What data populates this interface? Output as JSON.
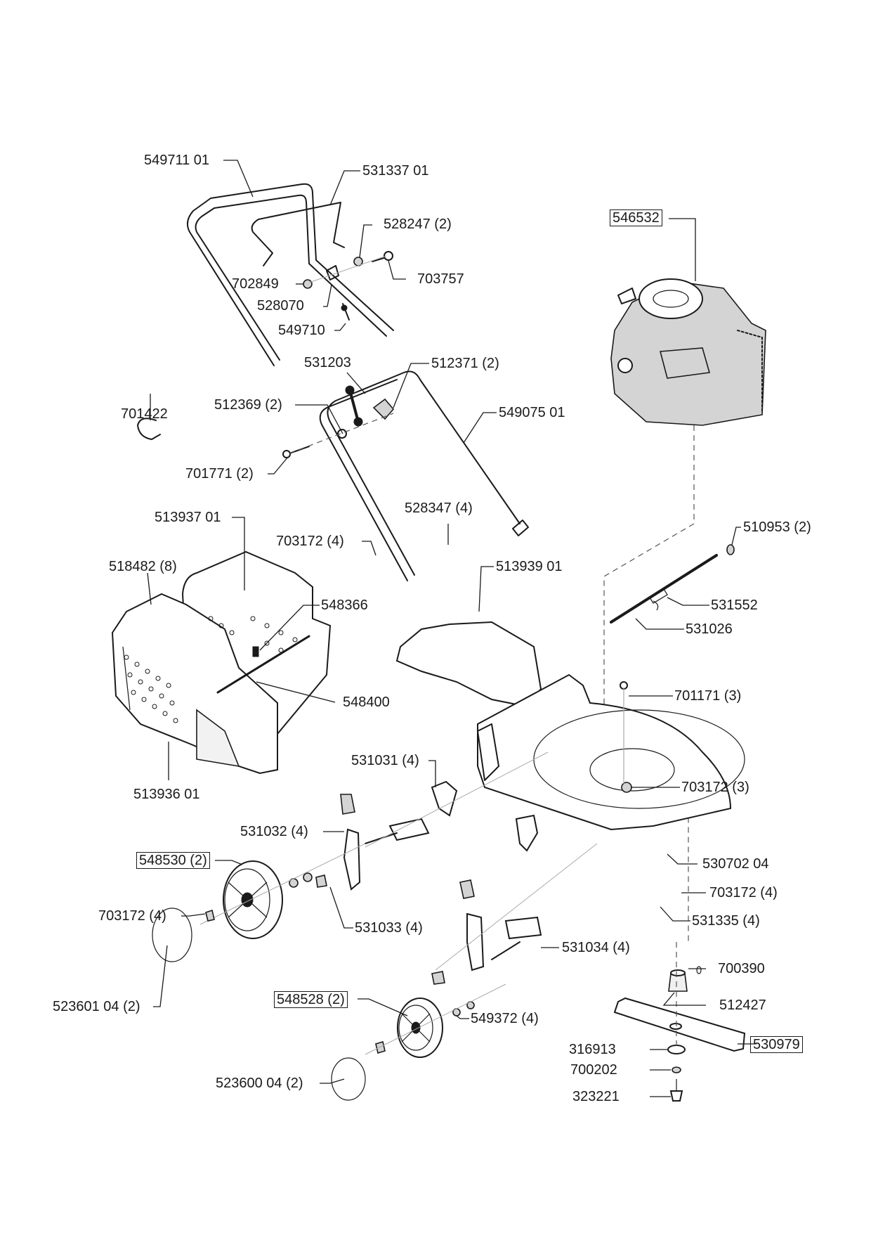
{
  "diagram": {
    "title": "Lawn mower exploded parts diagram",
    "labels": [
      {
        "id": "upper-handle",
        "text": "549711 01",
        "boxed": false
      },
      {
        "id": "control-bar",
        "text": "531337 01",
        "boxed": false
      },
      {
        "id": "washer-528247",
        "text": "528247 (2)",
        "boxed": false
      },
      {
        "id": "screw-703757",
        "text": "703757",
        "boxed": false
      },
      {
        "id": "nut-702849",
        "text": "702849",
        "boxed": false
      },
      {
        "id": "bracket-528070",
        "text": "528070",
        "boxed": false
      },
      {
        "id": "cable-549710",
        "text": "549710",
        "boxed": false
      },
      {
        "id": "engine",
        "text": "546532",
        "boxed": true
      },
      {
        "id": "cable-clip-531203",
        "text": "531203",
        "boxed": false
      },
      {
        "id": "knob-512371",
        "text": "512371 (2)",
        "boxed": false
      },
      {
        "id": "washer-512369",
        "text": "512369 (2)",
        "boxed": false
      },
      {
        "id": "lower-handle",
        "text": "549075 01",
        "boxed": false
      },
      {
        "id": "clip-701422",
        "text": "701422",
        "boxed": false
      },
      {
        "id": "bolt-701771",
        "text": "701771 (2)",
        "boxed": false
      },
      {
        "id": "screw-528347",
        "text": "528347 (4)",
        "boxed": false
      },
      {
        "id": "catcher-top",
        "text": "513937 01",
        "boxed": false
      },
      {
        "id": "nut-703172-handle",
        "text": "703172 (4)",
        "boxed": false
      },
      {
        "id": "screw-518482",
        "text": "518482 (8)",
        "boxed": false
      },
      {
        "id": "catcher-handle-548366",
        "text": "548366",
        "boxed": false
      },
      {
        "id": "washer-510953",
        "text": "510953 (2)",
        "boxed": false
      },
      {
        "id": "rear-flap",
        "text": "513939 01",
        "boxed": false
      },
      {
        "id": "spring-531552",
        "text": "531552",
        "boxed": false
      },
      {
        "id": "rod-531026",
        "text": "531026",
        "boxed": false
      },
      {
        "id": "frame-rod-548400",
        "text": "548400",
        "boxed": false
      },
      {
        "id": "bolt-701171",
        "text": "701171 (3)",
        "boxed": false
      },
      {
        "id": "catcher-bottom",
        "text": "513936 01",
        "boxed": false
      },
      {
        "id": "height-plate-531031",
        "text": "531031 (4)",
        "boxed": false
      },
      {
        "id": "nut-703172-deck",
        "text": "703172 (3)",
        "boxed": false
      },
      {
        "id": "lever-531032",
        "text": "531032 (4)",
        "boxed": false
      },
      {
        "id": "rear-wheel",
        "text": "548530 (2)",
        "boxed": true
      },
      {
        "id": "deck",
        "text": "530702 04",
        "boxed": false
      },
      {
        "id": "nut-703172-front",
        "text": "703172 (4)",
        "boxed": false
      },
      {
        "id": "nut-703172-wheel",
        "text": "703172 (4)",
        "boxed": false
      },
      {
        "id": "bolt-531033",
        "text": "531033 (4)",
        "boxed": false
      },
      {
        "id": "washer-531335",
        "text": "531335 (4)",
        "boxed": false
      },
      {
        "id": "axle-bracket-531034",
        "text": "531034 (4)",
        "boxed": false
      },
      {
        "id": "key-700390",
        "text": "700390",
        "boxed": false
      },
      {
        "id": "hubcap-523601",
        "text": "523601 04 (2)",
        "boxed": false
      },
      {
        "id": "front-wheel",
        "text": "548528 (2)",
        "boxed": true
      },
      {
        "id": "adapter-512427",
        "text": "512427",
        "boxed": false
      },
      {
        "id": "washer-549372",
        "text": "549372 (4)",
        "boxed": false
      },
      {
        "id": "washer-316913",
        "text": "316913",
        "boxed": false
      },
      {
        "id": "blade",
        "text": "530979",
        "boxed": true
      },
      {
        "id": "washer-700202",
        "text": "700202",
        "boxed": false
      },
      {
        "id": "hubcap-523600",
        "text": "523600 04 (2)",
        "boxed": false
      },
      {
        "id": "bolt-323221",
        "text": "323221",
        "boxed": false
      }
    ]
  }
}
